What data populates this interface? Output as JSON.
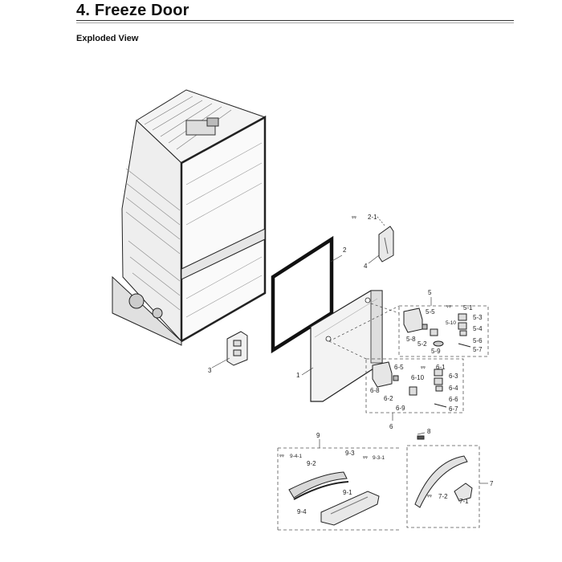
{
  "header": {
    "title": "4.  Freeze Door",
    "subtitle": "Exploded View"
  },
  "callouts": {
    "c1": "1",
    "c2": "2",
    "c2_1": "2-1",
    "c3": "3",
    "c4": "4",
    "c5": "5",
    "c5_1": "5-1",
    "c5_2": "5-2",
    "c5_3": "5-3",
    "c5_4": "5-4",
    "c5_5": "5-5",
    "c5_6": "5-6",
    "c5_7": "5-7",
    "c5_8": "5-8",
    "c5_9": "5-9",
    "c5_10": "5-10",
    "c6": "6",
    "c6_1": "6-1",
    "c6_2": "6-2",
    "c6_3": "6-3",
    "c6_4": "6-4",
    "c6_5": "6-5",
    "c6_6": "6-6",
    "c6_7": "6-7",
    "c6_8": "6-8",
    "c6_9": "6-9",
    "c6_10": "6-10",
    "c7": "7",
    "c7_1": "7-1",
    "c7_2": "7-2",
    "c8": "8",
    "c9": "9",
    "c9_1": "9-1",
    "c9_2": "9-2",
    "c9_3": "9-3",
    "c9_3_1": "9-3-1",
    "c9_4": "9-4",
    "c9_4_1": "9-4-1"
  }
}
